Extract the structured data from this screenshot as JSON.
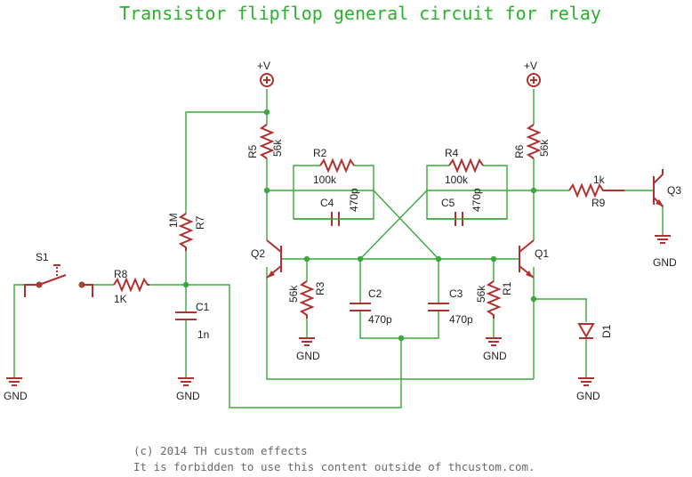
{
  "title": "Transistor flipflop general circuit for relay",
  "power": {
    "plus_left": "+V",
    "plus_right": "+V"
  },
  "components": {
    "R5": {
      "name": "R5",
      "value": "56k"
    },
    "R2": {
      "name": "R2",
      "value": "100k"
    },
    "C4": {
      "name": "C4",
      "value": "470p"
    },
    "R4": {
      "name": "R4",
      "value": "100k"
    },
    "C5": {
      "name": "C5",
      "value": "470p"
    },
    "R6": {
      "name": "R6",
      "value": "56k"
    },
    "R9": {
      "name": "R9",
      "value": "1k"
    },
    "Q3": {
      "name": "Q3"
    },
    "Q2": {
      "name": "Q2"
    },
    "Q1": {
      "name": "Q1"
    },
    "R7": {
      "name": "R7",
      "value": "1M"
    },
    "R8": {
      "name": "R8",
      "value": "1K"
    },
    "S1": {
      "name": "S1"
    },
    "C1": {
      "name": "C1",
      "value": "1n"
    },
    "R3": {
      "name": "R3",
      "value": "56k"
    },
    "R1": {
      "name": "R1",
      "value": "56k"
    },
    "C2": {
      "name": "C2",
      "value": "470p"
    },
    "C3": {
      "name": "C3",
      "value": "470p"
    },
    "D1": {
      "name": "D1"
    }
  },
  "gnd": "GND",
  "footer": {
    "line1": "(c) 2014 TH custom effects",
    "line2": "It is forbidden to use this content outside of thcustom.com."
  },
  "colors": {
    "wire": "#3aa83a",
    "component": "#b03030",
    "title": "#2bb12b",
    "footer": "#6a6a6a"
  }
}
